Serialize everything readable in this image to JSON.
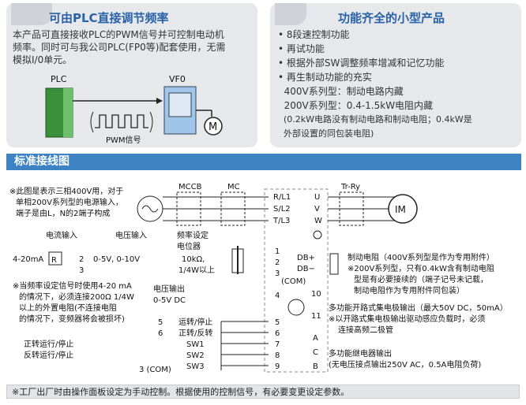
{
  "left_panel": {
    "title": "可由PLC直接调节频率",
    "body": [
      "本产品可直接接收PLC的PWM信号并可控制电动机",
      "频率。同时可与我公司PLC(FP0等)配套使用，无需",
      "模拟I/0单元。"
    ],
    "plc_label": "PLC",
    "vf_label": "VF0",
    "pwm_label": "PWM信号",
    "motor_label": "M"
  },
  "right_panel": {
    "title": "功能齐全的小型产品",
    "items": [
      "• 8段速控制功能",
      "• 再试功能",
      "• 根据外部SW调整频率增减和记忆功能",
      "• 再生制动功能的充实",
      "  400V系列型：制动电路内藏",
      "  200V系列型：0.4-1.5kW电阻内藏",
      "  (0.2kW电路没有制动电路和制动电阻；0.4kW是",
      "  外部设置的同包装电阻)"
    ]
  },
  "section_title": "标准接线图",
  "diagram": {
    "note_top": [
      "※此图是表示三相400V用，对于",
      "单相200V系列型的电源输入，",
      "端子是由L，N的2端子构成"
    ],
    "mccb": "MCCB",
    "mc": "MC",
    "tr_ry": "Tr-Ry",
    "motor": "IM",
    "terminals_power": [
      "R/L1",
      "S/L2",
      "T/L3"
    ],
    "terminals_out": [
      "U",
      "V",
      "W"
    ],
    "current_input": "电流输入",
    "voltage_input": "电压输入",
    "range_4_20": "4-20mA",
    "range_0_5": "0-5V, 0-10V",
    "resistor_label": "R",
    "freq_setter": [
      "频率设定",
      "电位器",
      "10kΩ,",
      "1/4W以上"
    ],
    "note_4_20": [
      "※当频率设定信号时使用4-20 mA",
      "的情况下，必须连接200Ω 1/4W",
      "以上的外置电阻(不连接电阻",
      "的情况下，变频器将会被损坏)"
    ],
    "voltage_output": [
      "电压输出",
      "0-5V DC"
    ],
    "terminal_nums": [
      "1",
      "2",
      "3",
      "4",
      "5",
      "6",
      "7",
      "8",
      "9"
    ],
    "com_label": "(COM)",
    "com_left": "3 (COM)",
    "run_stop": "运转/停止",
    "fwd_rev": "正转/反转",
    "sw_labels": [
      "SW1",
      "SW2",
      "SW3"
    ],
    "fwd_run_stop": "正转运行/停止",
    "rev_run_stop": "反转运行/停止",
    "db_plus": "DB+",
    "db_minus": "DB−",
    "brake_res": [
      "制动电阻（400V系列型是作为专用附件）",
      "※200V系列型，只有0.4kW含有制动电阻",
      "型是有必要接续的（端子记号未记载，",
      "制动电阻作为专用附件同包装）"
    ],
    "t10": "10",
    "t11": "11",
    "open_collector": [
      "多功能开路式集电极输出（最大50V DC，50mA）",
      "※以开路式集电极输出驱动感应负载时，必须",
      "连接高频二极管"
    ],
    "relay_terms": [
      "A",
      "C",
      "B"
    ],
    "relay_out": [
      "多功能继电器输出",
      "(无电压接点输出250V AC，0.5A电阻负荷)"
    ]
  },
  "footer": "※工厂出厂时由操作面板设定为手动控制。根据使用的控制信号，有必要变更设定参数。"
}
